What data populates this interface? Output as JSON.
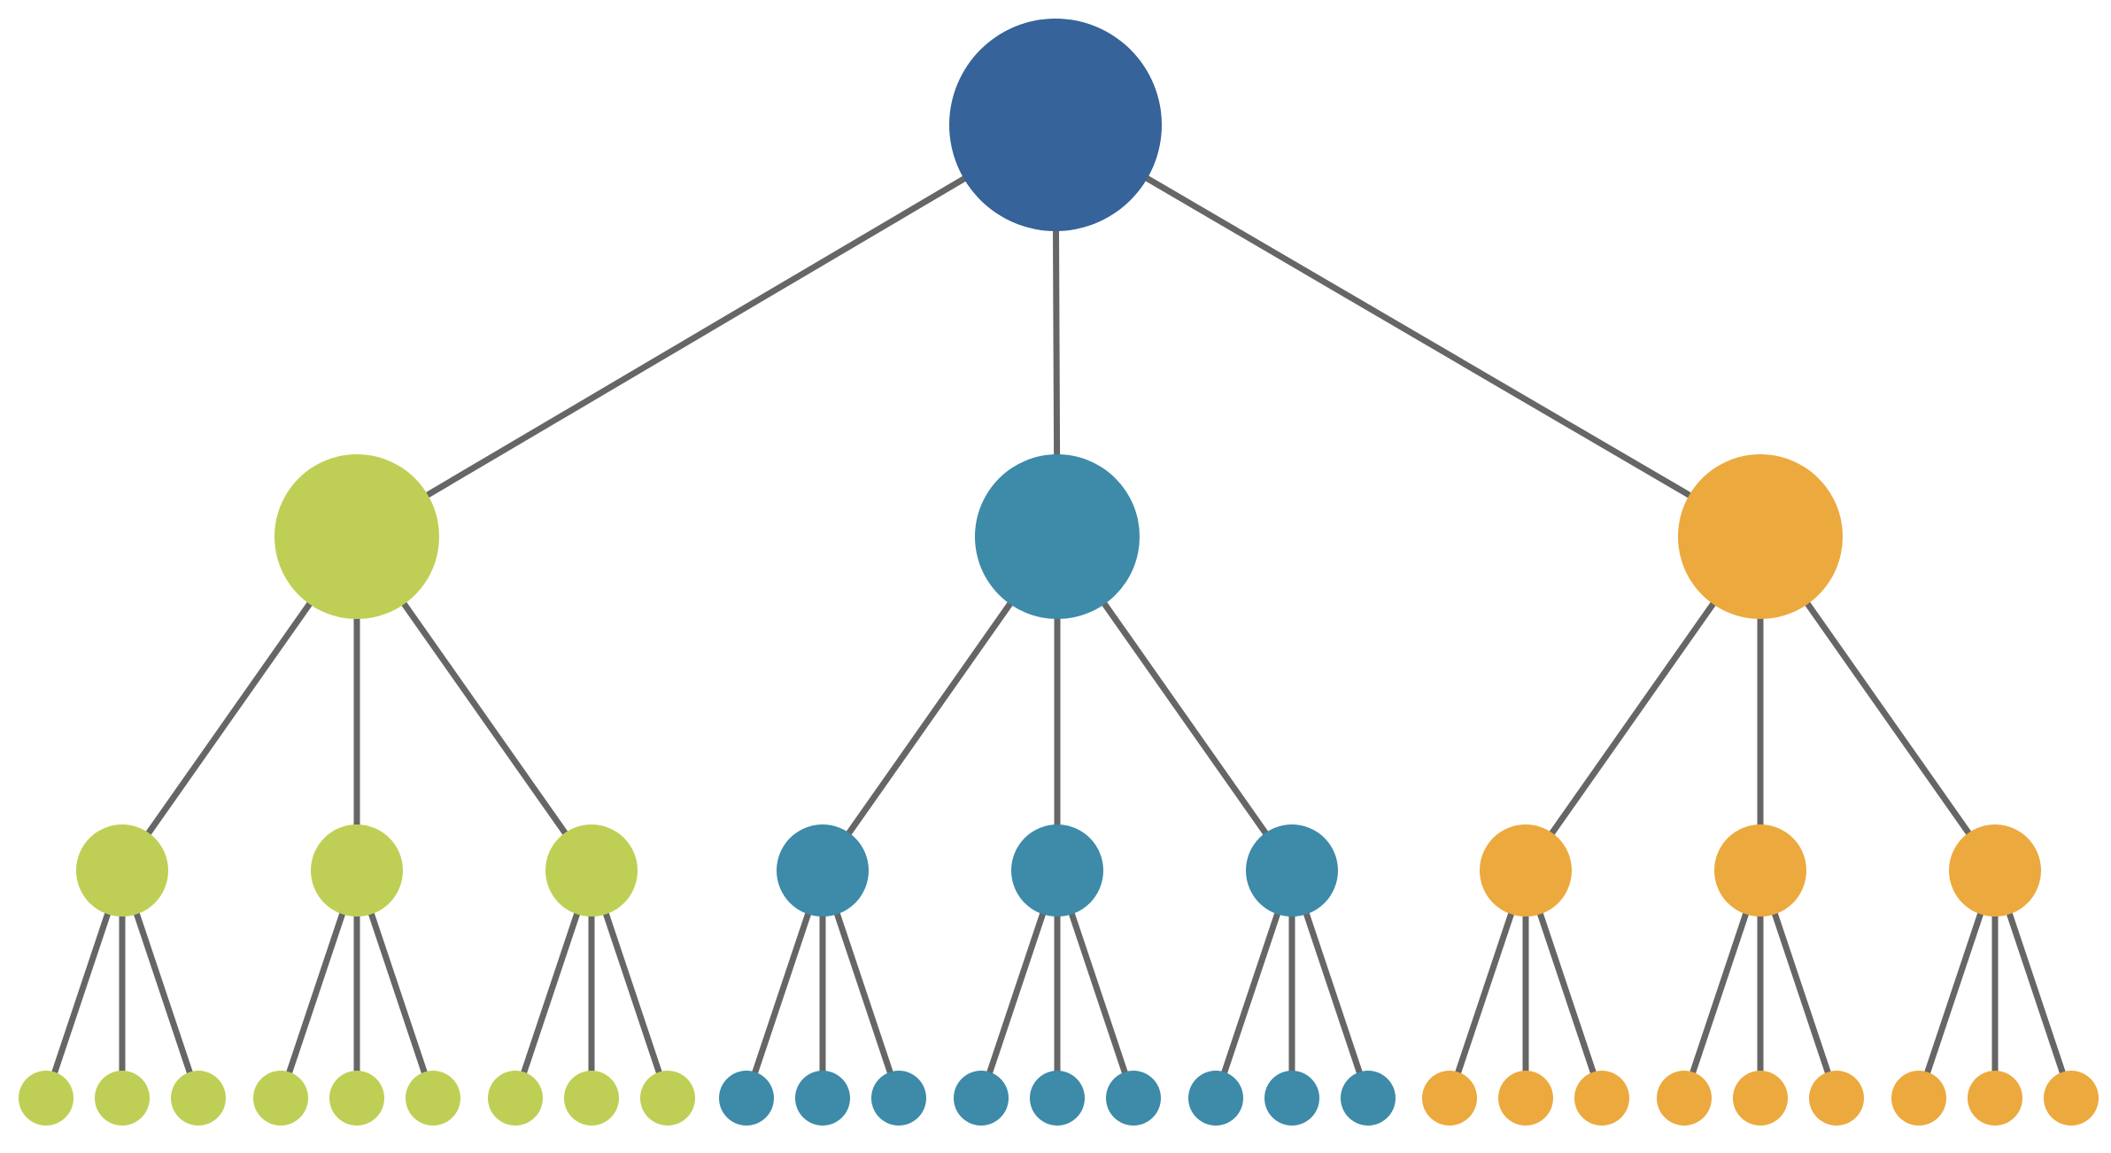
{
  "diagram": {
    "type": "tree",
    "branching": 3,
    "levels": 4,
    "colors": {
      "root": "#366399",
      "edge": "#666666",
      "branches": [
        "#bfcf55",
        "#3d8aa9",
        "#eca93e"
      ]
    }
  }
}
